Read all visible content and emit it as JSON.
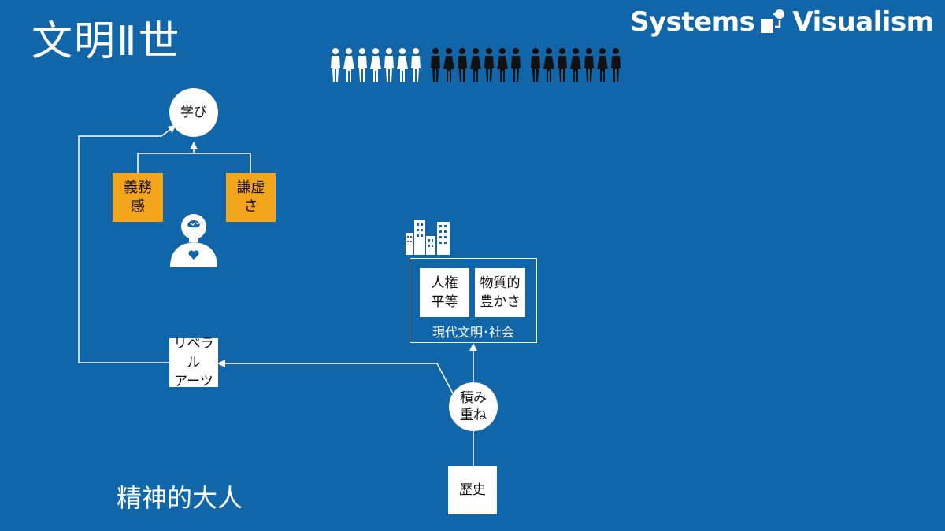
{
  "title": "文明Ⅱ世",
  "subtitle": "精神的大人",
  "brand": {
    "left": "Systems",
    "right": "Visualism"
  },
  "people": {
    "white_count": 7,
    "black_group1_count": 7,
    "black_group2_count": 7,
    "white_color": "#ffffff",
    "black_color": "#111111"
  },
  "nodes": {
    "manabi": "学び",
    "gimukan": [
      "義務",
      "感"
    ],
    "kenkyo": [
      "謙虚",
      "さ"
    ],
    "jinken": [
      "人権",
      "平等"
    ],
    "busshitsu": [
      "物質的",
      "豊かさ"
    ],
    "gendai": "現代文明･社会",
    "liberal": [
      "リベラル",
      "アーツ"
    ],
    "tsumikasane": [
      "積み",
      "重ね"
    ],
    "rekishi": "歴史"
  },
  "colors": {
    "background": "#1066a8",
    "accent": "#f3a51c"
  },
  "icons": [
    "brand-logo-icon",
    "person-brain-icon",
    "buildings-icon",
    "people-icons"
  ]
}
